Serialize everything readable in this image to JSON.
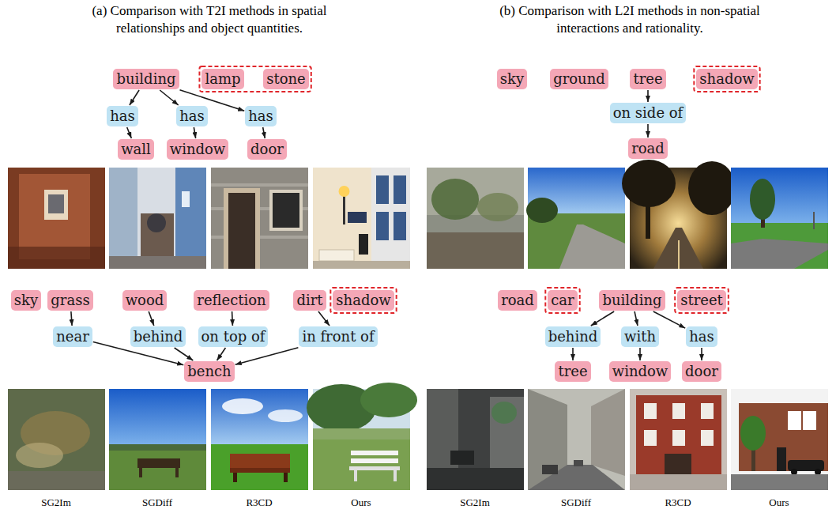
{
  "diagram": {
    "nodes": [
      {
        "text": [
          "building"
        ]
      },
      {
        "text": [
          "lamp"
        ]
      },
      {
        "text": [
          "stone"
        ]
      },
      {
        "text": [
          "has"
        ]
      },
      {
        "text": [
          "has"
        ]
      },
      {
        "text": [
          "has"
        ]
      },
      {
        "text": [
          "wall"
        ]
      },
      {
        "text": [
          "window"
        ]
      },
      {
        "text": [
          "door"
        ]
      },
      {
        "text": [
          "sky"
        ]
      },
      {
        "text": [
          "ground"
        ]
      },
      {
        "text": [
          "tree"
        ]
      },
      {
        "text": [
          "shadow"
        ]
      },
      {
        "text": [
          "on side of"
        ]
      },
      {
        "text": [
          "road"
        ]
      },
      {
        "text": [
          "sky"
        ]
      },
      {
        "text": [
          "grass"
        ]
      },
      {
        "text": [
          "wood"
        ]
      },
      {
        "text": [
          "reflection"
        ]
      },
      {
        "text": [
          "dirt"
        ]
      },
      {
        "text": [
          "shadow"
        ]
      },
      {
        "text": [
          "near"
        ]
      },
      {
        "text": [
          "behind"
        ]
      },
      {
        "text": [
          "on top of"
        ]
      },
      {
        "text": [
          "in front of"
        ]
      },
      {
        "text": [
          "bench"
        ]
      },
      {
        "text": [
          "road"
        ]
      },
      {
        "text": [
          "car"
        ]
      },
      {
        "text": [
          "building"
        ]
      },
      {
        "text": [
          "street"
        ]
      },
      {
        "text": [
          "behind"
        ]
      },
      {
        "text": [
          "with"
        ]
      },
      {
        "text": [
          "has"
        ]
      },
      {
        "text": [
          "tree"
        ]
      },
      {
        "text": [
          "window"
        ]
      },
      {
        "text": [
          "door"
        ]
      }
    ],
    "edges": [
      {
        "from": 0,
        "to": 3,
        "arrow": "to"
      },
      {
        "from": 0,
        "to": 4,
        "arrow": "to"
      },
      {
        "from": 0,
        "to": 5,
        "arrow": "to"
      },
      {
        "from": 3,
        "to": 6,
        "arrow": "to"
      },
      {
        "from": 4,
        "to": 7,
        "arrow": "to"
      },
      {
        "from": 5,
        "to": 8,
        "arrow": "to"
      },
      {
        "from": 11,
        "to": 13,
        "arrow": "to"
      },
      {
        "from": 13,
        "to": 14,
        "arrow": "to"
      },
      {
        "from": 16,
        "to": 21,
        "arrow": "to"
      },
      {
        "from": 17,
        "to": 22,
        "arrow": "to"
      },
      {
        "from": 18,
        "to": 23,
        "arrow": "to"
      },
      {
        "from": 19,
        "to": 24,
        "arrow": "to"
      },
      {
        "from": 21,
        "to": 25,
        "arrow": "to"
      },
      {
        "from": 22,
        "to": 25,
        "arrow": "to"
      },
      {
        "from": 23,
        "to": 25,
        "arrow": "to"
      },
      {
        "from": 24,
        "to": 25,
        "arrow": "to"
      },
      {
        "from": 28,
        "to": 30,
        "arrow": "to"
      },
      {
        "from": 28,
        "to": 31,
        "arrow": "to"
      },
      {
        "from": 28,
        "to": 32,
        "arrow": "to"
      },
      {
        "from": 30,
        "to": 33,
        "arrow": "to"
      },
      {
        "from": 31,
        "to": 34,
        "arrow": "to"
      },
      {
        "from": 32,
        "to": 35,
        "arrow": "to"
      }
    ],
    "labels": [
      "(a) Comparison with T2I methods in spatial relationships and object quantities.",
      "(b) Comparison with L2I methods in non-spatial interactions and rationality.",
      "SG2Im",
      "SGDiff",
      "R3CD",
      "Ours",
      "SG2Im",
      "SGDiff",
      "R3CD",
      "Ours"
    ]
  }
}
